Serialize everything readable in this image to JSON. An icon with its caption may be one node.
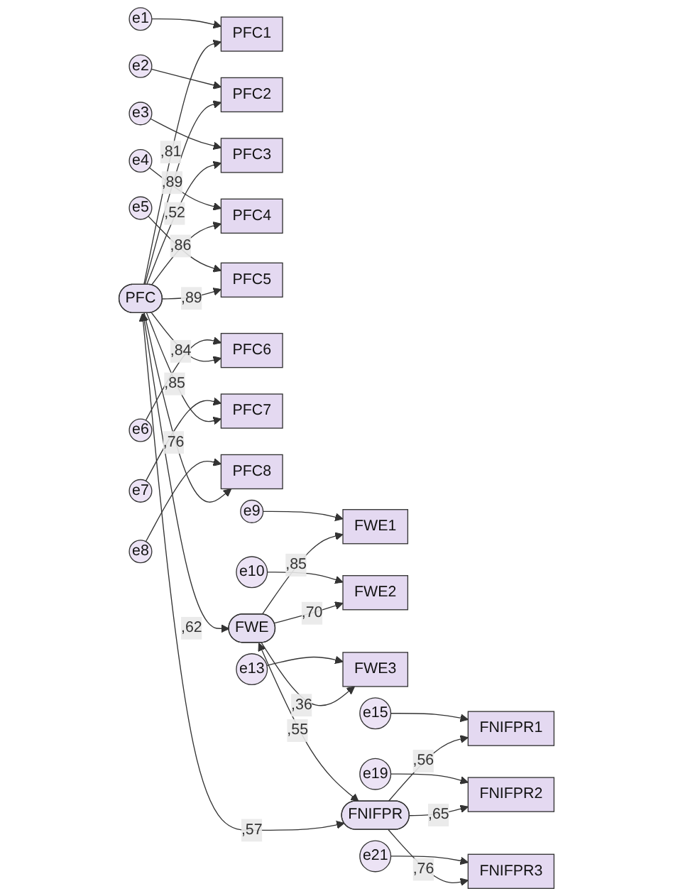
{
  "diagram": {
    "nodes": [
      {
        "text": [
          "e1"
        ]
      },
      {
        "text": [
          "PFC1"
        ]
      },
      {
        "text": [
          "e2"
        ]
      },
      {
        "text": [
          "PFC2"
        ]
      },
      {
        "text": [
          "e3"
        ]
      },
      {
        "text": [
          "PFC3"
        ]
      },
      {
        "text": [
          "e4"
        ]
      },
      {
        "text": [
          "PFC4"
        ]
      },
      {
        "text": [
          "e5"
        ]
      },
      {
        "text": [
          "PFC5"
        ]
      },
      {
        "text": [
          "e6"
        ]
      },
      {
        "text": [
          "PFC6"
        ]
      },
      {
        "text": [
          "e7"
        ]
      },
      {
        "text": [
          "PFC7"
        ]
      },
      {
        "text": [
          "e8"
        ]
      },
      {
        "text": [
          "PFC8"
        ]
      },
      {
        "text": [
          "e9"
        ]
      },
      {
        "text": [
          "FWE1"
        ]
      },
      {
        "text": [
          "e10"
        ]
      },
      {
        "text": [
          "FWE2"
        ]
      },
      {
        "text": [
          "e13"
        ]
      },
      {
        "text": [
          "FWE3"
        ]
      },
      {
        "text": [
          "e15"
        ]
      },
      {
        "text": [
          "FNIFPR1"
        ]
      },
      {
        "text": [
          "e19"
        ]
      },
      {
        "text": [
          "FNIFPR2"
        ]
      },
      {
        "text": [
          "e21"
        ]
      },
      {
        "text": [
          "FNIFPR3"
        ]
      },
      {
        "text": [
          "PFC"
        ]
      },
      {
        "text": [
          "FWE"
        ]
      },
      {
        "text": [
          "FNIFPR"
        ]
      }
    ],
    "edges": [
      {
        "from": 0,
        "to": 1,
        "arrow": "to"
      },
      {
        "from": 2,
        "to": 3,
        "arrow": "to"
      },
      {
        "from": 4,
        "to": 5,
        "arrow": "to"
      },
      {
        "from": 6,
        "to": 7,
        "arrow": "to"
      },
      {
        "from": 8,
        "to": 9,
        "arrow": "to"
      },
      {
        "from": 10,
        "to": 11,
        "arrow": "to"
      },
      {
        "from": 12,
        "to": 13,
        "arrow": "to"
      },
      {
        "from": 14,
        "to": 15,
        "arrow": "to"
      },
      {
        "from": 16,
        "to": 17,
        "arrow": "to"
      },
      {
        "from": 18,
        "to": 19,
        "arrow": "to"
      },
      {
        "from": 20,
        "to": 21,
        "arrow": "to"
      },
      {
        "from": 22,
        "to": 23,
        "arrow": "to"
      },
      {
        "from": 24,
        "to": 25,
        "arrow": "to"
      },
      {
        "from": 26,
        "to": 27,
        "arrow": "to"
      },
      {
        "from": 28,
        "to": 1,
        "arrow": "to",
        "label": ",81"
      },
      {
        "from": 28,
        "to": 3,
        "arrow": "to",
        "label": ",89"
      },
      {
        "from": 28,
        "to": 5,
        "arrow": "to",
        "label": ",52"
      },
      {
        "from": 28,
        "to": 7,
        "arrow": "to",
        "label": ",86"
      },
      {
        "from": 28,
        "to": 9,
        "arrow": "to",
        "label": ",89"
      },
      {
        "from": 28,
        "to": 11,
        "arrow": "to",
        "label": ",84"
      },
      {
        "from": 28,
        "to": 13,
        "arrow": "to",
        "label": ",85"
      },
      {
        "from": 28,
        "to": 15,
        "arrow": "to",
        "label": ",76"
      },
      {
        "from": 29,
        "to": 17,
        "arrow": "to",
        "label": ",85"
      },
      {
        "from": 29,
        "to": 19,
        "arrow": "to",
        "label": ",70"
      },
      {
        "from": 29,
        "to": 21,
        "arrow": "to",
        "label": ",36"
      },
      {
        "from": 30,
        "to": 23,
        "arrow": "to",
        "label": ",56"
      },
      {
        "from": 30,
        "to": 25,
        "arrow": "to",
        "label": ",65"
      },
      {
        "from": 30,
        "to": 27,
        "arrow": "to",
        "label": ",76"
      },
      {
        "from": 28,
        "to": 29,
        "arrow": "both",
        "label": ",62"
      },
      {
        "from": 29,
        "to": 30,
        "arrow": "both",
        "label": ",55"
      },
      {
        "from": 28,
        "to": 30,
        "arrow": "both",
        "label": ",57"
      }
    ]
  }
}
